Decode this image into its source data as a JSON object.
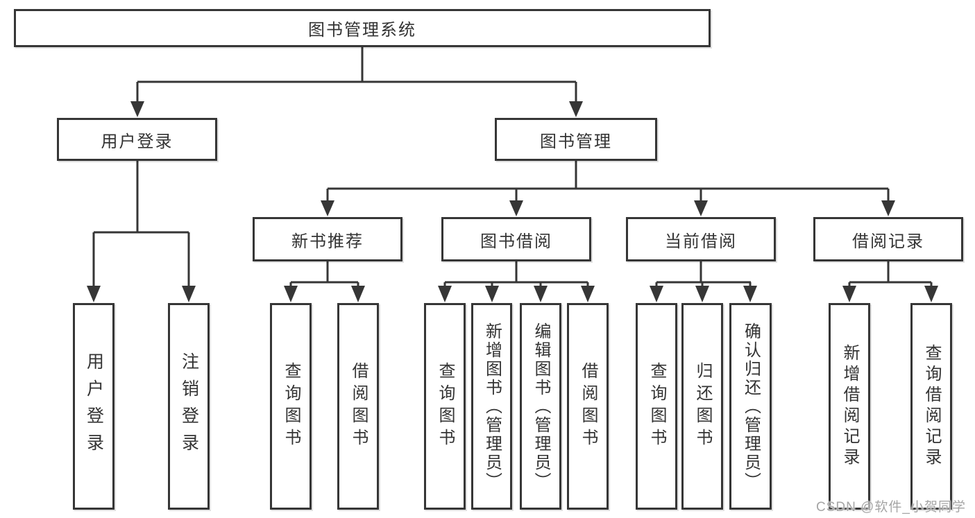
{
  "diagram_title": "图书管理系统",
  "watermark": "CSDN @软件_小贺同学",
  "colors": {
    "line": "#363636",
    "box_border": "#363636",
    "text": "#333333",
    "watermark": "#a5a5a5",
    "background": "#ffffff"
  },
  "tree": {
    "root": {
      "label": "图书管理系统"
    },
    "level2": [
      {
        "label": "用户登录",
        "children": [
          "用户登录",
          "注销登录"
        ]
      },
      {
        "label": "图书管理"
      }
    ],
    "level3": [
      {
        "label": "新书推荐",
        "children": [
          "查询图书",
          "借阅图书"
        ]
      },
      {
        "label": "图书借阅",
        "children": [
          "查询图书",
          "新增图书（管理员）",
          "编辑图书（管理员）",
          "借阅图书"
        ]
      },
      {
        "label": "当前借阅",
        "children": [
          "查询图书",
          "归还图书",
          "确认归还（管理员）"
        ]
      },
      {
        "label": "借阅记录",
        "children": [
          "新增借阅记录",
          "查询借阅记录"
        ]
      }
    ]
  }
}
